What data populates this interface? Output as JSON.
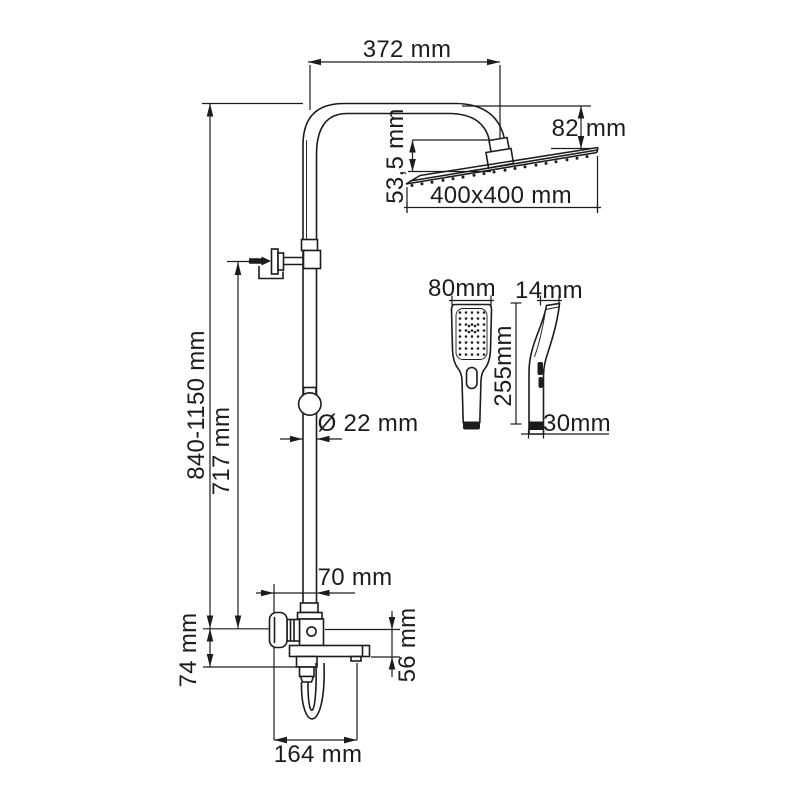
{
  "meta": {
    "type": "technical dimension drawing",
    "subject": "shower column system with rain head, hand shower and bath spout",
    "units": "mm"
  },
  "colors": {
    "line": "#1c1c1c",
    "background": "#ffffff"
  },
  "labels": {
    "arm_reach": "372 mm",
    "head_drop": "82 mm",
    "head_offset": "53,5 mm",
    "head_size": "400x400 mm",
    "hand_shower_width": "80mm",
    "hand_shower_depth": "14mm",
    "hand_shower_length": "255mm",
    "hand_shower_base": "30mm",
    "column_height_range": "840-1150 mm",
    "upper_column_height": "717 mm",
    "pipe_diameter": "Ø 22 mm",
    "wall_to_pipe": "70 mm",
    "mixer_to_hose": "74 mm",
    "mixer_to_spout": "56 mm",
    "spout_reach": "164 mm"
  }
}
